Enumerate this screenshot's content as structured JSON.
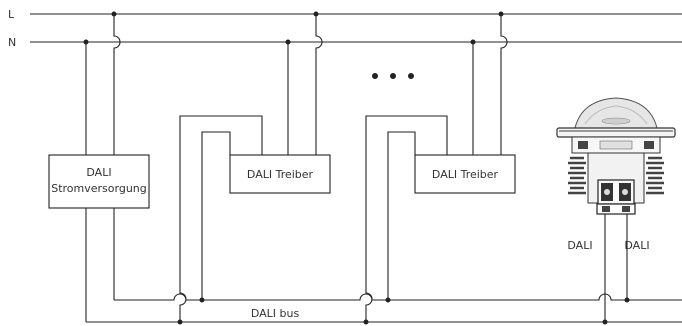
{
  "lines": {
    "live": "L",
    "neutral": "N"
  },
  "power_supply": {
    "line1": "DALI",
    "line2": "Stromversorgung"
  },
  "driver_1": {
    "label": "DALI Treiber"
  },
  "driver_2": {
    "label": "DALI Treiber"
  },
  "bus_label": "DALI bus",
  "sensor": {
    "terminal_left": "DALI",
    "terminal_right": "DALI",
    "icon": "ceiling-sensor-icon"
  },
  "colors": {
    "line": "#222222",
    "text": "#333333",
    "background": "#ffffff"
  }
}
